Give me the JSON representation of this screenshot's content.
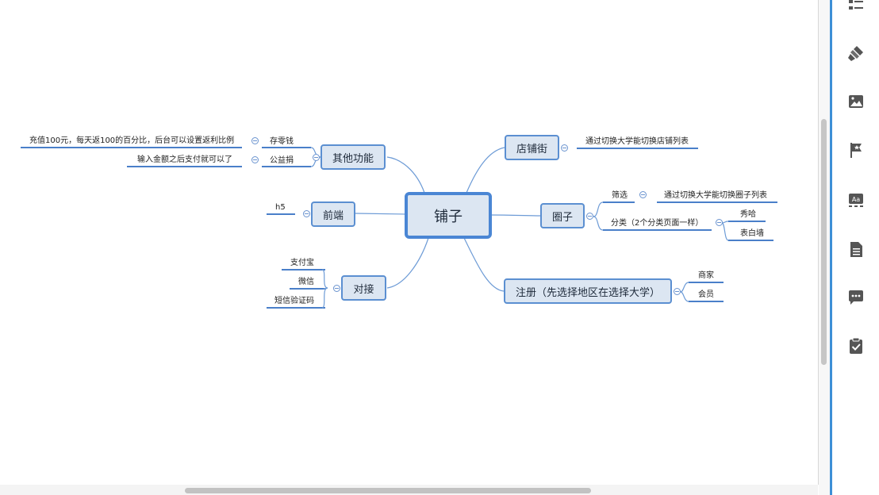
{
  "mindmap": {
    "root": "铺子",
    "branches": {
      "other": {
        "label": "其他功能",
        "children": [
          {
            "label": "存零钱",
            "detail": "充值100元，每天返100的百分比，后台可以设置返利比例"
          },
          {
            "label": "公益捐",
            "detail": "输入金额之后支付就可以了"
          }
        ]
      },
      "frontend": {
        "label": "前端",
        "children": [
          "h5"
        ]
      },
      "integration": {
        "label": "对接",
        "children": [
          "支付宝",
          "微信",
          "短信验证码"
        ]
      },
      "shopstreet": {
        "label": "店铺街",
        "detail": "通过切换大学能切换店铺列表"
      },
      "circle": {
        "label": "圈子",
        "filter": {
          "label": "筛选",
          "detail": "通过切换大学能切换圈子列表"
        },
        "category": {
          "label": "分类（2个分类页面一样）",
          "children": [
            "秀哈",
            "表白墙"
          ]
        }
      },
      "register": {
        "label": "注册（先选择地区在选择大学）",
        "children": [
          "商家",
          "会员"
        ]
      }
    }
  },
  "panel": {
    "icons": [
      "outline-icon",
      "format-brush-icon",
      "image-icon",
      "marker-flag-icon",
      "text-style-icon",
      "notes-icon",
      "comment-icon",
      "task-icon"
    ]
  },
  "colors": {
    "node_fill": "#dce6f2",
    "node_border": "#5b8fd1",
    "line": "#4a7fc9",
    "panel_accent": "#3d8fd6",
    "icon": "#555555"
  }
}
